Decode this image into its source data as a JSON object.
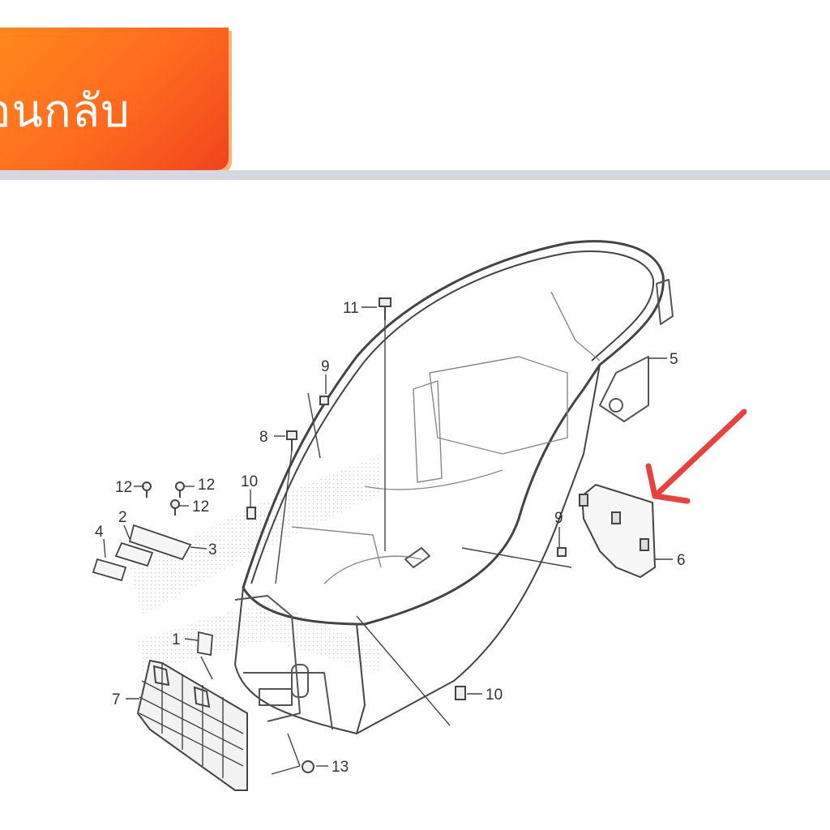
{
  "header": {
    "back_label": "อนกลับ"
  },
  "diagram": {
    "callouts": [
      {
        "id": "c11",
        "text": "11"
      },
      {
        "id": "c5",
        "text": "5"
      },
      {
        "id": "c9a",
        "text": "9"
      },
      {
        "id": "c8",
        "text": "8"
      },
      {
        "id": "c12a",
        "text": "12"
      },
      {
        "id": "c12b",
        "text": "12"
      },
      {
        "id": "c12c",
        "text": "12"
      },
      {
        "id": "c10a",
        "text": "10"
      },
      {
        "id": "c2",
        "text": "2"
      },
      {
        "id": "c4",
        "text": "4"
      },
      {
        "id": "c3",
        "text": "3"
      },
      {
        "id": "c9b",
        "text": "9"
      },
      {
        "id": "c6",
        "text": "6"
      },
      {
        "id": "c1",
        "text": "1"
      },
      {
        "id": "c7",
        "text": "7"
      },
      {
        "id": "c10b",
        "text": "10"
      },
      {
        "id": "c13",
        "text": "13"
      }
    ]
  },
  "colors": {
    "button_start": "#ff8a1c",
    "button_end": "#f0441f",
    "divider": "#d5d8e0",
    "arrow": "#e8413e",
    "line_art": "#444444"
  }
}
